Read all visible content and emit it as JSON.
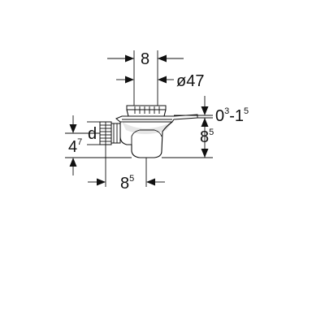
{
  "diagram": {
    "dimensions": {
      "top_width": {
        "value": "8"
      },
      "grate_diameter": {
        "value": "ø47"
      },
      "cover_height": {
        "base1": "0",
        "sup1": "3",
        "sep": "-1",
        "sup2": "5"
      },
      "body_height": {
        "base": "8",
        "sup": "5"
      },
      "outlet_height": {
        "base": "4",
        "sup": "7"
      },
      "outlet_diameter": {
        "value": "d"
      },
      "bottom_width": {
        "base": "8",
        "sup": "5"
      }
    },
    "colors": {
      "line": "#111111",
      "body_fill": "#ffffff",
      "shade": "#d9d9d9",
      "background": "#ffffff"
    }
  }
}
